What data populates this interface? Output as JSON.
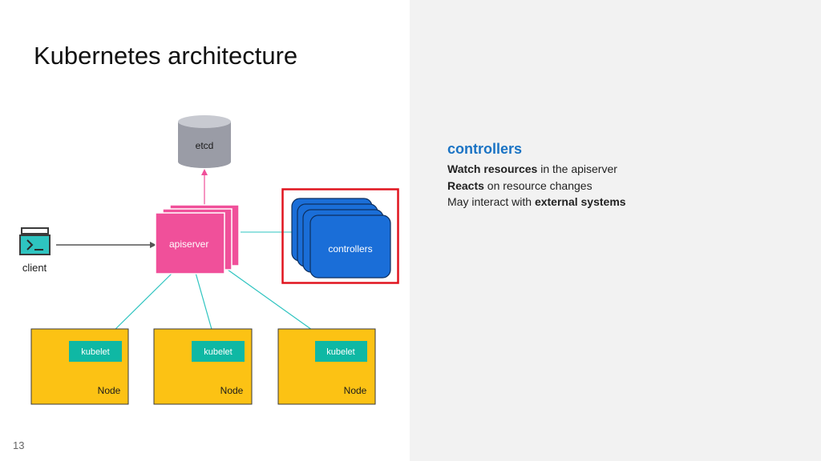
{
  "slide": {
    "title": "Kubernetes architecture",
    "page_number": "13"
  },
  "diagram": {
    "etcd_label": "etcd",
    "apiserver_label": "apiserver",
    "controllers_label": "controllers",
    "client_label": "client",
    "nodes": [
      {
        "kubelet_label": "kubelet",
        "node_label": "Node"
      },
      {
        "kubelet_label": "kubelet",
        "node_label": "Node"
      },
      {
        "kubelet_label": "kubelet",
        "node_label": "Node"
      }
    ],
    "colors": {
      "etcd": "#9a9ca6",
      "apiserver": "#f0509a",
      "controllers": "#1a6ed8",
      "node": "#fcc214",
      "kubelet": "#0fb8a4",
      "connector": "#2ec4c0",
      "highlight": "#e0141e"
    }
  },
  "info": {
    "heading": "controllers",
    "lines": [
      {
        "bold": "Watch resources",
        "rest": " in the apiserver"
      },
      {
        "bold": "Reacts",
        "rest": " on resource changes"
      },
      {
        "pre": "May interact with ",
        "bold": "external systems"
      }
    ]
  }
}
